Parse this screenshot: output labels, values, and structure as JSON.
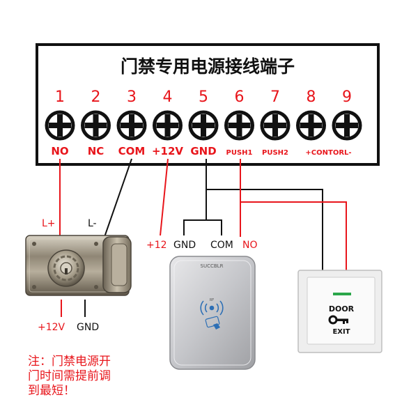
{
  "panel": {
    "title": "门禁专用电源接线端子",
    "terminals": [
      {
        "num": "1",
        "label": "NO"
      },
      {
        "num": "2",
        "label": "NC"
      },
      {
        "num": "3",
        "label": "COM"
      },
      {
        "num": "4",
        "label": "+12V"
      },
      {
        "num": "5",
        "label": "GND"
      },
      {
        "num": "6",
        "label": "PUSH1"
      },
      {
        "num": "7",
        "label": "PUSH2"
      },
      {
        "num": "8",
        "label": "+CONTORL-"
      },
      {
        "num": "9",
        "label": ""
      }
    ]
  },
  "lock": {
    "top_left_label": "L+",
    "top_right_label": "L-",
    "bottom_left_label": "+12V",
    "bottom_right_label": "GND"
  },
  "reader": {
    "brand": "SUCCBLR",
    "rf_label": "RF",
    "left_label": "+12",
    "gnd_label": "GND",
    "com_label": "COM",
    "no_label": "NO"
  },
  "exit_button": {
    "line1": "DOOR",
    "line2": "EXIT"
  },
  "note": {
    "line1": "注：门禁电源开",
    "line2": "门时间需提前调",
    "line3": "到最短！"
  },
  "colors": {
    "red": "#e8151b",
    "black": "#111111"
  }
}
